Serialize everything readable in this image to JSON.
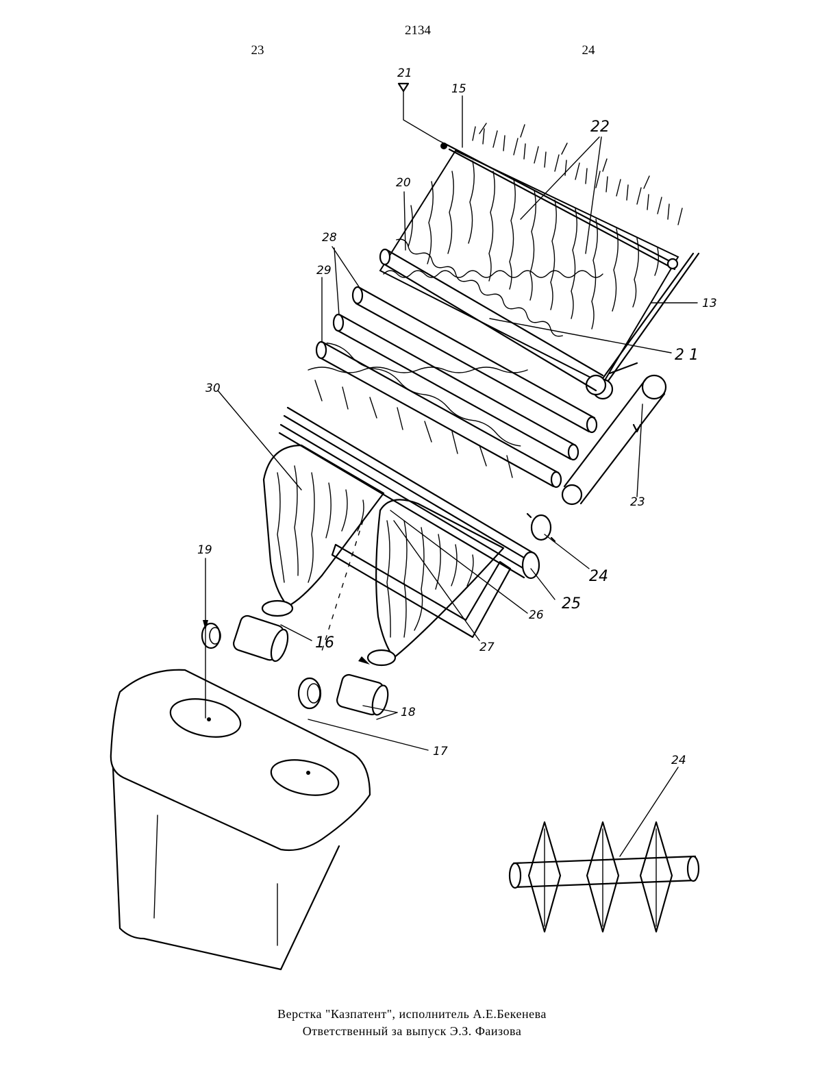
{
  "header": {
    "page_number": "2134",
    "column_left": "23",
    "column_right": "24"
  },
  "figure_labels": {
    "l21_top": "21",
    "l15": "15",
    "l22": "22",
    "l20": "20",
    "l28": "28",
    "l29": "29",
    "l13_right": "13",
    "l21_right": "2 1",
    "l30": "30",
    "l23": "23",
    "l24_main": "24",
    "l25": "25",
    "l26": "26",
    "l19": "19",
    "l16": "16",
    "l27": "27",
    "l18": "18",
    "l17": "17",
    "l24_detail": "24"
  },
  "footer": {
    "line1": "Верстка \"Казпатент\", исполнитель А.Е.Бекенева",
    "line2": "Ответственный за выпуск Э.З. Фаизова"
  }
}
